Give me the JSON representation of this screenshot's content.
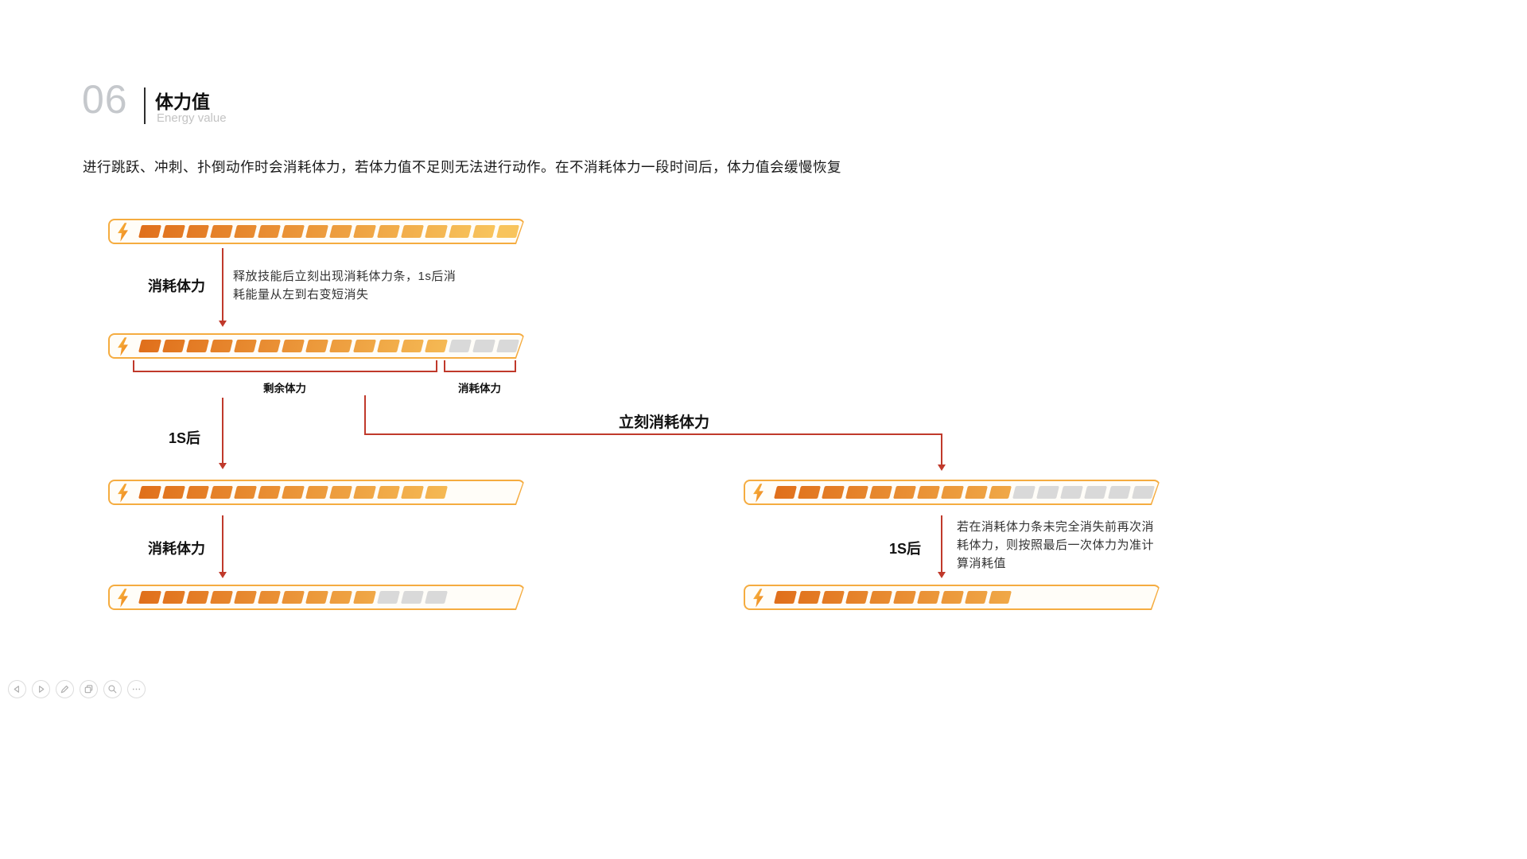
{
  "header": {
    "number": "06",
    "title": "体力值",
    "subtitle": "Energy value"
  },
  "description": "进行跳跃、冲刺、扑倒动作时会消耗体力，若体力值不足则无法进行动作。在不消耗体力一段时间后，体力值会缓慢恢复",
  "colors": {
    "segment_start": "#E06F1B",
    "segment_end": "#F8C45C",
    "segment_gray": "#D9D9D9",
    "bar_border": "#F5AC40",
    "bar_fill": "#FFFDF8",
    "arrow": "#C0392B"
  },
  "bars": [
    {
      "name": "full",
      "orange": 16,
      "gray": 0,
      "empty": 0
    },
    {
      "name": "after-skill-release",
      "orange": 13,
      "gray": 3,
      "empty": 0
    },
    {
      "name": "after-1s",
      "orange": 13,
      "gray": 0,
      "empty": 3
    },
    {
      "name": "immediate-consume-again",
      "orange": 10,
      "gray": 6,
      "empty": 0
    },
    {
      "name": "after-consume-bottom-left",
      "orange": 10,
      "gray": 3,
      "empty": 3
    },
    {
      "name": "after-1s-bottom-right",
      "orange": 10,
      "gray": 0,
      "empty": 6
    }
  ],
  "flow": {
    "consume_label_1": "消耗体力",
    "note_release": "释放技能后立刻出现消耗体力条，1s后消\n耗能量从左到右变短消失",
    "remaining_label": "剩余体力",
    "consumed_label": "消耗体力",
    "after_1s_left": "1S后",
    "immediate_label": "立刻消耗体力",
    "consume_label_2": "消耗体力",
    "after_1s_right": "1S后",
    "note_repeat": "若在消耗体力条未完全消失前再次消\n耗体力，则按照最后一次体力为准计\n算消耗值"
  },
  "toolbar": {
    "icons": [
      "prev-icon",
      "next-icon",
      "pen-icon",
      "copy-icon",
      "zoom-icon",
      "more-icon"
    ]
  }
}
